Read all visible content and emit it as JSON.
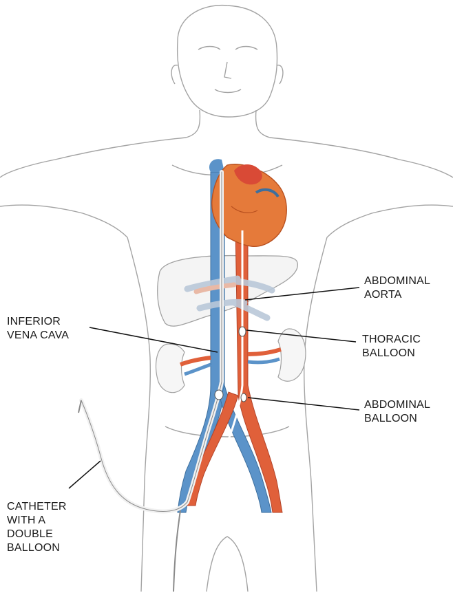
{
  "labels": {
    "abdominal_aorta": [
      "ABDOMINAL",
      "AORTA"
    ],
    "inferior_vena_cava": [
      "INFERIOR",
      "VENA CAVA"
    ],
    "thoracic_balloon": [
      "THORACIC",
      "BALLOON"
    ],
    "abdominal_balloon": [
      "ABDOMINAL",
      "BALLOON"
    ],
    "catheter": [
      "CATHETER",
      "WITH A",
      "DOUBLE",
      "BALLOON"
    ]
  },
  "colors": {
    "artery": "#e0603a",
    "vein": "#5b93c9",
    "heart": "#e57a3a",
    "outline": "#9a9a9a",
    "leader": "#111111"
  }
}
